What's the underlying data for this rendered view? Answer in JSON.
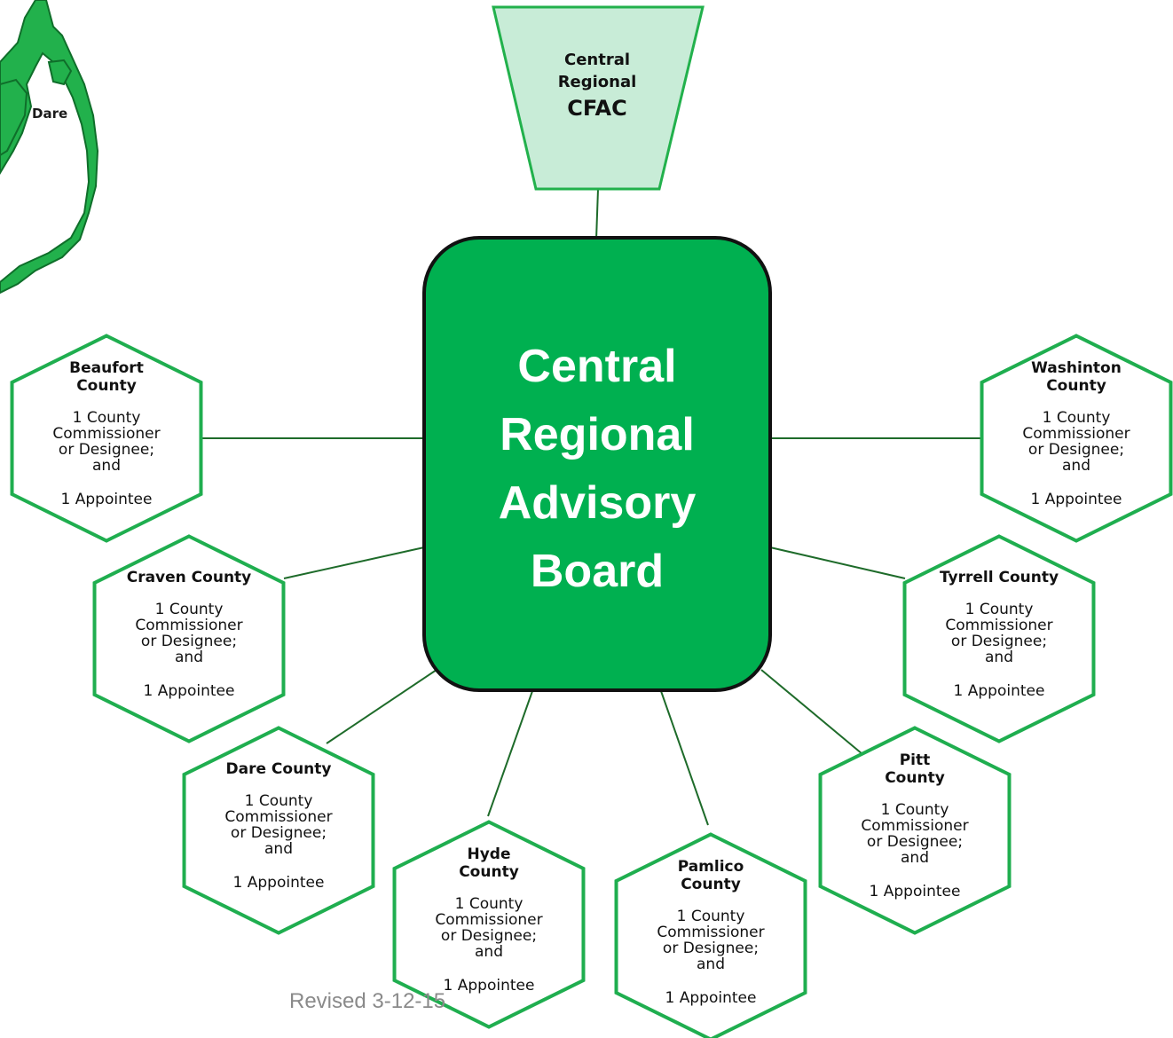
{
  "map_label": "Dare",
  "top_box": {
    "line1": "Central",
    "line2": "Regional",
    "line3": "CFAC"
  },
  "center_box": {
    "lines": [
      "Central",
      "Regional",
      "Advisory",
      "Board"
    ]
  },
  "counties": [
    {
      "id": "beaufort",
      "title": [
        "Beaufort",
        "County"
      ],
      "body": [
        "1 County",
        "Commissioner",
        "or Designee;",
        "and"
      ],
      "appointee": "1 Appointee"
    },
    {
      "id": "craven",
      "title": [
        "Craven County"
      ],
      "body": [
        "1 County",
        "Commissioner",
        "or Designee;",
        "and"
      ],
      "appointee": "1 Appointee"
    },
    {
      "id": "dare",
      "title": [
        "Dare County"
      ],
      "body": [
        "1 County",
        "Commissioner",
        "or Designee;",
        "and"
      ],
      "appointee": "1 Appointee"
    },
    {
      "id": "hyde",
      "title": [
        "Hyde",
        "County"
      ],
      "body": [
        "1 County",
        "Commissioner",
        "or Designee;",
        "and"
      ],
      "appointee": "1 Appointee"
    },
    {
      "id": "pamlico",
      "title": [
        "Pamlico",
        "County"
      ],
      "body": [
        "1 County",
        "Commissioner",
        "or Designee;",
        "and"
      ],
      "appointee": "1 Appointee"
    },
    {
      "id": "pitt",
      "title": [
        "Pitt",
        "County"
      ],
      "body": [
        "1 County",
        "Commissioner",
        "or Designee;",
        "and"
      ],
      "appointee": "1 Appointee"
    },
    {
      "id": "tyrrell",
      "title": [
        "Tyrrell County"
      ],
      "body": [
        "1 County",
        "Commissioner",
        "or Designee;",
        "and"
      ],
      "appointee": "1 Appointee"
    },
    {
      "id": "washington",
      "title": [
        "Washinton",
        "County"
      ],
      "body": [
        "1 County",
        "Commissioner",
        "or Designee;",
        "and"
      ],
      "appointee": "1 Appointee"
    }
  ],
  "revised_note": "Revised 3-12-15",
  "colors": {
    "green": "#00b050",
    "hex_stroke": "#1fae4f",
    "top_fill": "#c8ecd7",
    "line": "#1e6b2a",
    "text": "#111111"
  }
}
